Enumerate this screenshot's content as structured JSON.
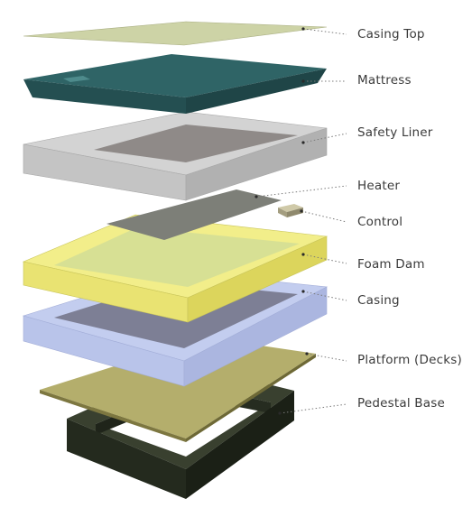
{
  "diagram": {
    "components": [
      {
        "id": "casing-top",
        "label": "Casing Top",
        "color": "#cdd3a6"
      },
      {
        "id": "mattress",
        "label": "Mattress",
        "color": "#2f6466"
      },
      {
        "id": "safety-liner",
        "label": "Safety Liner",
        "color": "#bdbdbd"
      },
      {
        "id": "heater",
        "label": "Heater",
        "color": "#7d7f78"
      },
      {
        "id": "control",
        "label": "Control",
        "color": "#b3ad8f"
      },
      {
        "id": "foam-dam",
        "label": "Foam Dam",
        "color": "#eeea86"
      },
      {
        "id": "casing",
        "label": "Casing",
        "color": "#bdc7ec"
      },
      {
        "id": "platform",
        "label": "Platform (Decks)",
        "color": "#b3ad6a"
      },
      {
        "id": "pedestal-base",
        "label": "Pedestal Base",
        "color": "#2d3327"
      }
    ]
  }
}
